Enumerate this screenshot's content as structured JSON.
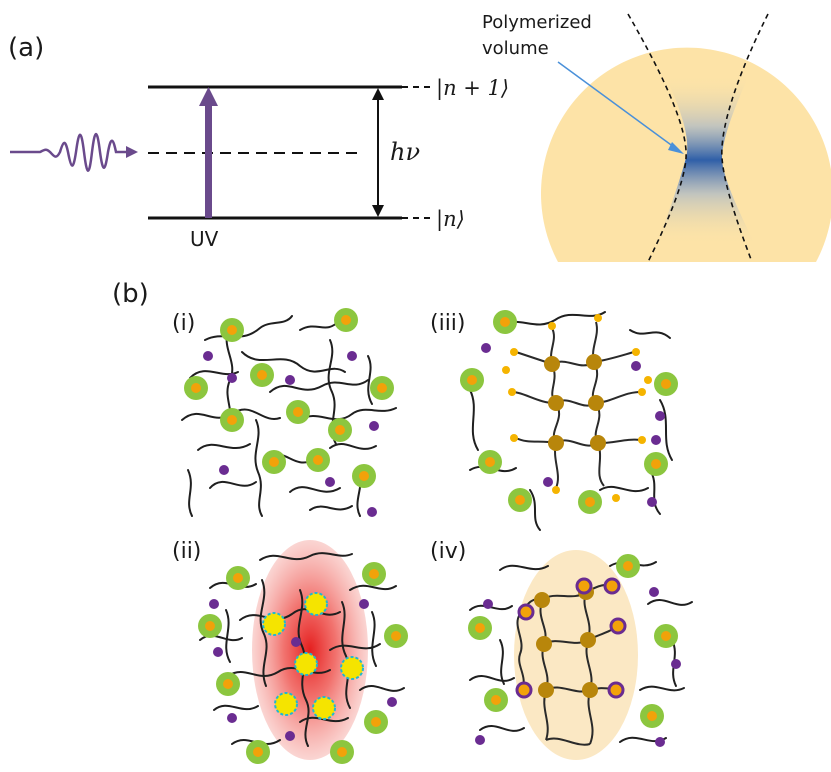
{
  "panel_a": {
    "label": "(a)",
    "upper_level": "|n + 1⟩",
    "lower_level": "|n⟩",
    "energy": "hν",
    "excitation": "UV",
    "focal_label_line1": "Polymerized",
    "focal_label_line2": "volume"
  },
  "panel_b": {
    "label": "(b)",
    "sub_i": "(i)",
    "sub_ii": "(ii)",
    "sub_iii": "(iii)",
    "sub_iv": "(iv)"
  },
  "colors": {
    "beam": "#fde3a7",
    "polymerized": "#2f5fa8",
    "photon_wave": "#6a4a8c",
    "initiator_outer": "#8cc63f",
    "initiator_inner": "#f2a20a",
    "inhibitor": "#6a2c91",
    "radical": "#f5e400",
    "crosslink_node": "#b8860b",
    "excitation_zone": "#e52a2a",
    "polymer_zone": "#fbe8c4"
  }
}
